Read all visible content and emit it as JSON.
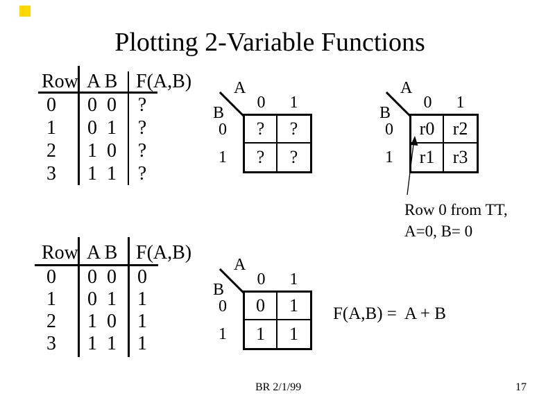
{
  "slide": {
    "title": "Plotting 2-Variable Functions",
    "accent_color": "#FFD700",
    "footer_left": "BR 2/1/99",
    "page_number": "17"
  },
  "truth_table_top": {
    "header_row": "Row",
    "header_inputs": "A B",
    "header_output": "F(A,B)",
    "rows": [
      {
        "row": "0",
        "a": "0",
        "b": "0",
        "f": "?"
      },
      {
        "row": "1",
        "a": "0",
        "b": "1",
        "f": "?"
      },
      {
        "row": "2",
        "a": "1",
        "b": "0",
        "f": "?"
      },
      {
        "row": "3",
        "a": "1",
        "b": "1",
        "f": "?"
      }
    ]
  },
  "truth_table_bottom": {
    "header_row": "Row",
    "header_inputs": "A B",
    "header_output": "F(A,B)",
    "rows": [
      {
        "row": "0",
        "a": "0",
        "b": "0",
        "f": "0"
      },
      {
        "row": "1",
        "a": "0",
        "b": "1",
        "f": "1"
      },
      {
        "row": "2",
        "a": "1",
        "b": "0",
        "f": "1"
      },
      {
        "row": "3",
        "a": "1",
        "b": "1",
        "f": "1"
      }
    ]
  },
  "kmap_unknown": {
    "col_var": "A",
    "row_var": "B",
    "col_labels": [
      "0",
      "1"
    ],
    "row_labels": [
      "0",
      "1"
    ],
    "cells": [
      "?",
      "?",
      "?",
      "?"
    ]
  },
  "kmap_row_numbers": {
    "col_var": "A",
    "row_var": "B",
    "col_labels": [
      "0",
      "1"
    ],
    "row_labels": [
      "0",
      "1"
    ],
    "cells": [
      "r0",
      "r2",
      "r1",
      "r3"
    ]
  },
  "kmap_solution": {
    "col_var": "A",
    "row_var": "B",
    "col_labels": [
      "0",
      "1"
    ],
    "row_labels": [
      "0",
      "1"
    ],
    "cells": [
      "0",
      "1",
      "1",
      "1"
    ]
  },
  "annotation": {
    "line1": "Row 0 from TT,",
    "line2": "A=0, B= 0"
  },
  "equation": "F(A,B) =  A + B"
}
